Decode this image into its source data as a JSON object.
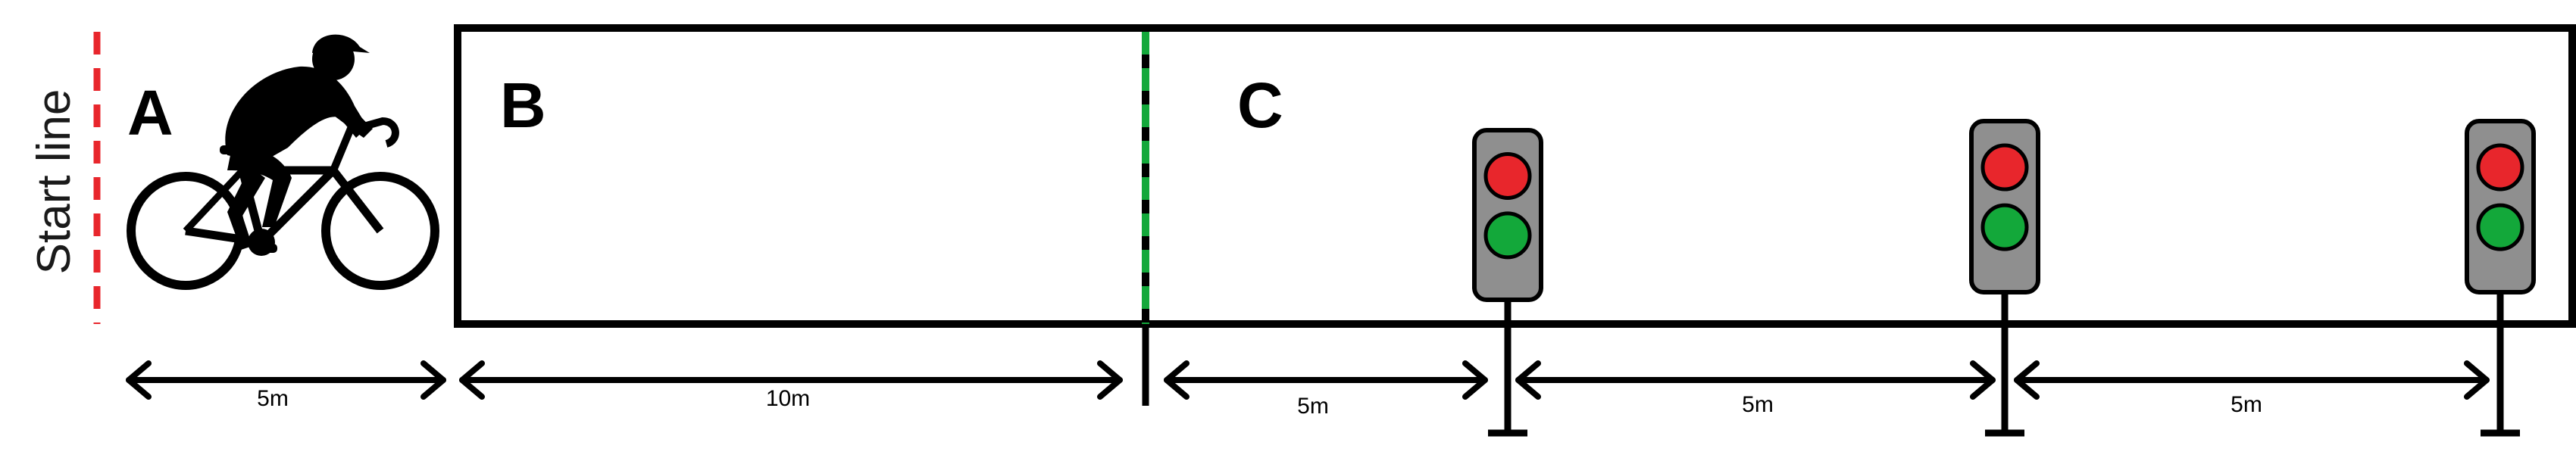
{
  "diagram": {
    "start_label": "Start line",
    "zones": {
      "a": "A",
      "b": "B",
      "c": "C"
    },
    "distances": [
      "5m",
      "10m",
      "5m",
      "5m",
      "5m"
    ],
    "traffic_light_count": 3,
    "icons": {
      "cyclist": "cyclist-silhouette-icon",
      "signal": "traffic-light-icon"
    },
    "colors": {
      "start_line": "#e8262c",
      "finish_line": "#14a83b",
      "signal_red": "#e8262c",
      "signal_green": "#13a83a",
      "signal_housing": "#8f8f8f"
    }
  }
}
